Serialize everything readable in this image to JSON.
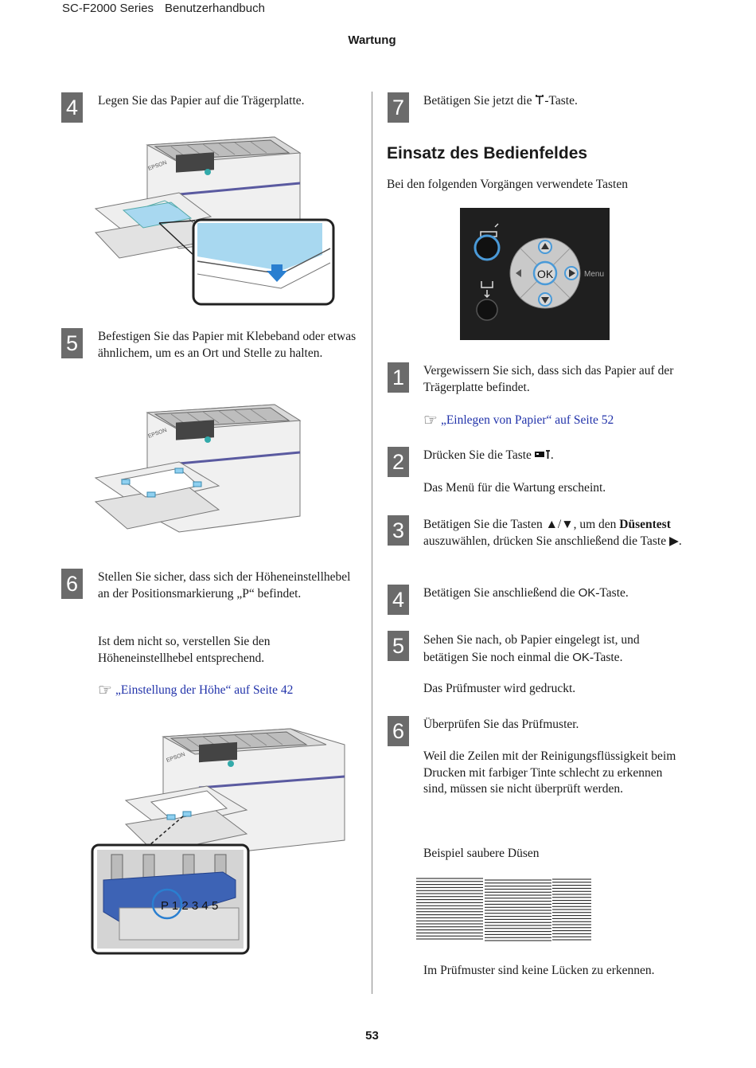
{
  "header": {
    "model": "SC-F2000 Series",
    "manual": "Benutzerhandbuch",
    "section": "Wartung"
  },
  "left": {
    "step4": {
      "num": "4",
      "text": "Legen Sie das Papier auf die Trägerplatte."
    },
    "step5": {
      "num": "5",
      "text": "Befestigen Sie das Papier mit Klebeband oder etwas ähnlichem, um es an Ort und Stelle zu halten."
    },
    "step6": {
      "num": "6",
      "text1": "Stellen Sie sicher, dass sich der Höheneinstellhebel an der Positionsmarkierung „P“ befindet.",
      "text2": "Ist dem nicht so, verstellen Sie den Höheneinstellhebel entsprechend.",
      "link": "„Einstellung der Höhe“ auf Seite 42"
    },
    "printer_brand": "EPSON",
    "lever_scale": "P 1 2 3 4 5"
  },
  "right": {
    "step7": {
      "num": "7",
      "text_before": "Betätigen Sie jetzt die",
      "text_after": "-Taste."
    },
    "heading": "Einsatz des Bedienfeldes",
    "intro": "Bei den folgenden Vorgängen verwendete Tasten",
    "panel": {
      "ok_label": "OK",
      "menu_label": "Menu"
    },
    "steps": [
      {
        "num": "1",
        "text": "Vergewissern Sie sich, dass sich das Papier auf der Trägerplatte befindet.",
        "link": "„Einlegen von Papier“ auf Seite 52"
      },
      {
        "num": "2",
        "text_before": "Drücken Sie die Taste",
        "text_after": ".",
        "sub": "Das Menü für die Wartung erscheint."
      },
      {
        "num": "3",
        "text_a": "Betätigen Sie die Tasten ▲/▼, um den",
        "bold": "Düsentest",
        "text_b": "auszuwählen, drücken Sie anschließend die Taste ▶."
      },
      {
        "num": "4",
        "text_before": "Betätigen Sie anschließend die",
        "ok": "OK",
        "text_after": "-Taste."
      },
      {
        "num": "5",
        "text_before": "Sehen Sie nach, ob Papier eingelegt ist, und betätigen Sie noch einmal die",
        "ok": "OK",
        "text_after": "-Taste.",
        "sub": "Das Prüfmuster wird gedruckt."
      },
      {
        "num": "6",
        "text": "Überprüfen Sie das Prüfmuster.",
        "sub": "Weil die Zeilen mit der Reinigungsflüssigkeit beim Drucken mit farbiger Tinte schlecht zu erkennen sind, müssen sie nicht überprüft werden."
      }
    ],
    "example_label": "Beispiel saubere Düsen",
    "example_caption": "Im Prüfmuster sind keine Lücken zu erkennen."
  },
  "footer": {
    "page": "53"
  }
}
